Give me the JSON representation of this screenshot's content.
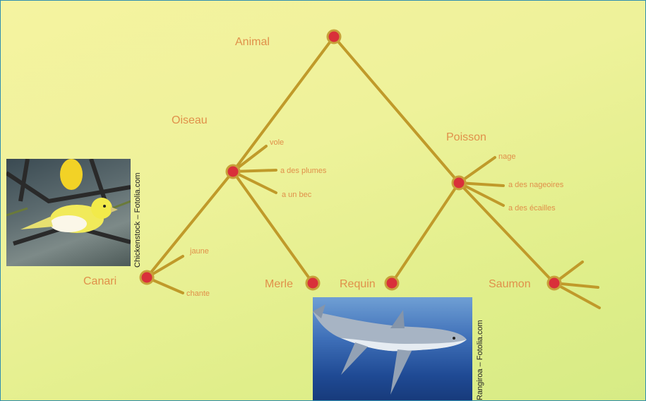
{
  "nodes": {
    "animal": "Animal",
    "oiseau": "Oiseau",
    "poisson": "Poisson",
    "canari": "Canari",
    "merle": "Merle",
    "requin": "Requin",
    "saumon": "Saumon"
  },
  "traits": {
    "oiseau": [
      "vole",
      "a des plumes",
      "a un bec"
    ],
    "poisson": [
      "nage",
      "a des nageoires",
      "a des écailles"
    ],
    "canari": [
      "jaune",
      "chante"
    ]
  },
  "credits": {
    "bird": "Chickenstock – Fotolia.com",
    "shark": "Rangiroa – Fotolia.com"
  },
  "colors": {
    "branch": "#c09a2a",
    "node_fill": "#d9303a",
    "node_ring": "#c8a03a",
    "label": "#e0904a"
  }
}
